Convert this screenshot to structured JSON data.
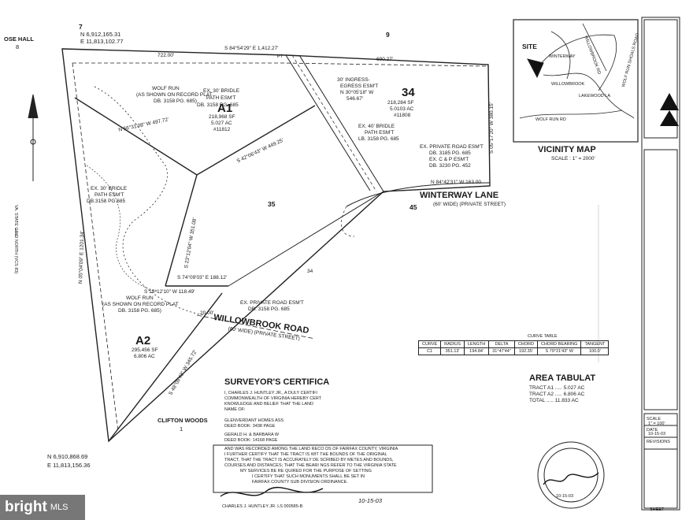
{
  "parcel_labels": {
    "lot7": "7",
    "rose_hall": "OSE HALL",
    "rose_hall_num": "8",
    "lot9": "9",
    "lot34": "34",
    "lot34_area_sf": "218,284 SF",
    "lot34_area_ac": "5.0103 AC",
    "lot34_id": "#11808",
    "lotA1": "A1",
    "lotA1_area_sf": "218,968 SF",
    "lotA1_area_ac": "5.027 AC",
    "lotA1_id": "#11812",
    "lotA2": "A2",
    "lotA2_area_sf": "295,456 SF",
    "lotA2_area_ac": "6.806 AC",
    "lot35": "35",
    "lot45": "45",
    "lot34b": "34",
    "clifton_woods": "CLIFTON WOODS",
    "clifton_woods_num": "1"
  },
  "coordinates": {
    "nw_north": "N 6,912,165.31",
    "nw_east": "E 11,813,102.77",
    "sw_north": "N 6,910,868.69",
    "sw_east": "E 11,813,156.36"
  },
  "bearings": {
    "north_line": "S 84°54'29\" E 1,412.27'",
    "dist_722": "722.00'",
    "dist_690": "690.27'",
    "east_line": "S 05°17'20\" W 380.15'",
    "a1_mid": "N 56°31'08\" W 497.72'",
    "a1_s": "S 42°06'43\" W 449.25'",
    "center": "S 23°12'04\" W 351.08'",
    "winterway_bearing": "N 84°42'31\" W 163.00",
    "a2_line": "S 19°12'10\" W 118.49'",
    "a2_e": "S 74°09'03\" E 188.12'",
    "a2_se": "S 48°08'43\" W 345.72'",
    "west_line": "N 05°04'09\" E 1201.34'",
    "ingress_bearing": "N 30°05'18\" W",
    "ingress_dist": "546.67'",
    "dist_20": "20.00'",
    "pt_label": "PT"
  },
  "easements": {
    "wolf_run_1": "WOLF RUN",
    "wolf_run_1_note": "(AS SHOWN ON RECORD PLAT",
    "wolf_run_1_db": "DB. 3158 PG. 685)",
    "bridle_30_top": "EX. 30' BRIDLE",
    "bridle_30_top_2": "PATH ESM'T",
    "bridle_30_top_db": "DB. 3158 PG. 685",
    "ingress": "30' INGRESS-",
    "ingress_2": "EGRESS ESM'T",
    "bridle_40": "EX. 40' BRIDLE",
    "bridle_40_2": "PATH ESM'T",
    "bridle_40_db": "LB. 3158 PG. 685",
    "private_road": "EX. PRIVATE ROAD ESM'T",
    "private_road_db1": "DB. 3185 PG. 685",
    "private_road_db2": "EX. C & P ESM'T",
    "private_road_db3": "DB. 3230 PG. 452",
    "bridle_30_left": "EX. 30' BRIDLE",
    "bridle_30_left_2": "PATH ESM'T",
    "bridle_30_left_db": "DB.3158 PG.685",
    "wolf_run_2": "WOLF RUN",
    "wolf_run_2_note": "(AS SHOWN ON RECORD PLAT",
    "wolf_run_2_db": "DB. 3158 PG. 685)",
    "private_road_2": "EX. PRIVATE ROAD ESM'T",
    "private_road_2_db": "DB. 3158 PG. 685",
    "dist_20_2": "20.00'",
    "va_state": "VA. STATE GRID NORTH (VCS 83)"
  },
  "roads": {
    "winterway": "WINTERWAY LANE",
    "winterway_sub": "(60' WIDE) (PRIVATE STREET)",
    "willowbrook": "WILLOWBROOK ROAD",
    "willowbrook_sub": "(60' WIDE) (PRIVATE STREET)"
  },
  "vicinity_map": {
    "title": "VICINITY MAP",
    "scale": "SCALE : 1\" = 2000'",
    "site": "SITE",
    "road1": "WINTERWAY",
    "road2": "WILLOWBROOK",
    "road3": "LAKEWOOD LA",
    "road4": "WOLF RUN SHOALS ROAD",
    "road5": "WOLF RUN RD",
    "road6": "WILLOWBROOK RD"
  },
  "curve_table": {
    "title": "CURVE TABLE",
    "headers": [
      "CURVE",
      "RADIUS",
      "LENGTH",
      "DELTA",
      "CHORD",
      "CHORD BEARING",
      "TANGENT"
    ],
    "rows": [
      [
        "C1",
        "351.13'",
        "194.84'",
        "31°47'44\"",
        "192.35'",
        "S 79°21'43\" W",
        "100.0'"
      ]
    ]
  },
  "area_tabulation": {
    "title": "AREA TABULAT",
    "rows": [
      {
        "label": "TRACT A1",
        "value": "5.027 AC"
      },
      {
        "label": "TRACT A2",
        "value": "6.806 AC"
      },
      {
        "label": "TOTAL",
        "value": "11.833 AC"
      }
    ]
  },
  "surveyor": {
    "title": "SURVEYOR'S CERTIFICA",
    "line1": "I, CHARLES J. HUNTLEY JR., A DULY CERTIFI",
    "line2": "COMMONWEALTH OF VIRGINIA HEREBY CERT",
    "line3": "KNOWLEDGE AND BELIEF THAT THE LAND",
    "line4": "NAME OF:",
    "owner1": "GLENVERDANT HOMES ASS",
    "owner1_deed": "DEED BOOK: 3438 PAGE",
    "owner2": "GERALD H. & BARBARA W",
    "owner2_deed": "DEED BOOK: 14168 PAGE",
    "rec1": "AND WAS RECORDED AMONG THE LAND RECO",
    "rec1b": "DS OF FAIRFAX COUNTY, VIRGINIA",
    "rec2": "I FURTHER CERTIFY THAT THE TRACT IS WIT",
    "rec2b": "THE BOUNDS OF THE ORIGINAL",
    "rec3": "TRACT, THAT THE TRACT IS ACCURATELY DE",
    "rec3b": "SCRIBED BY METES AND BOUNDS,",
    "rec4": "COURSES AND DISTANCES; THAT THE BEARI",
    "rec4b": "NGS REFER TO THE VIRGINIA STATE",
    "rec5": "MY SERVICES BE RE",
    "rec5b": "QUIRED FOR THE PURPOSE OF SETTING",
    "rec6": "I CERTIFY THAT",
    "rec6b": "SUCH MONUMENTS SHALL BE SET IN",
    "rec7": "FAIRFAX COUNTY SUB",
    "rec7b": "DIVISION ORDINANCE.",
    "sig_name": "CHARLES J. HUNTLEY JR.  LS 000585-B",
    "date": "10-15-03"
  },
  "title_block": {
    "scale": "SCALE",
    "scale_val": "1\" = 100'",
    "date": "DATE",
    "date_val": "10-15-03",
    "revisions": "REVISIONS",
    "sheet": "SHEET"
  },
  "seal_date": "10-15-03",
  "watermark": {
    "brand": "bright",
    "suffix": "MLS"
  }
}
